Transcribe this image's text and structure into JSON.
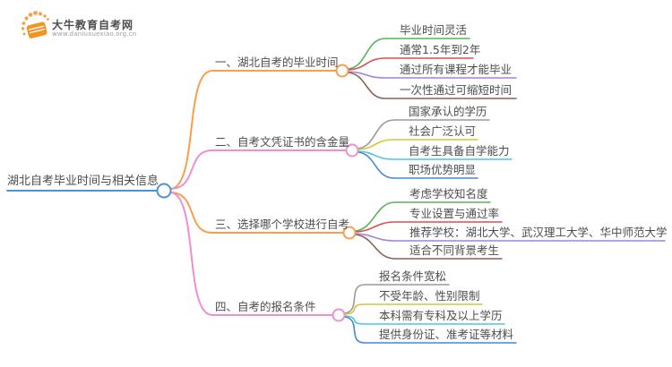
{
  "logo": {
    "site_name": "大牛教育自考网",
    "site_url": "www.daniuxuexiao.org.cn"
  },
  "palette": {
    "center_blue": "#4a96d2",
    "orange": "#f7a04c",
    "pink": "#ef8ed5",
    "green": "#57b257",
    "red": "#d95050",
    "purple": "#a184d9",
    "brown": "#8d5f55",
    "gray": "#9a9a9a",
    "olive": "#d2c832",
    "cyan": "#4cc6e0",
    "blue": "#4289d5",
    "text": "#4d4d4d",
    "muted": "#9aa0a6",
    "logo_orange": "#f29421"
  },
  "mindmap": {
    "root": {
      "label": "湖北自考毕业时间与相关信息"
    },
    "branches": [
      {
        "label": "一、湖北自考的毕业时间",
        "children": [
          {
            "label": "毕业时间灵活"
          },
          {
            "label": "通常1.5年到2年"
          },
          {
            "label": "通过所有课程才能毕业"
          },
          {
            "label": "一次性通过可缩短时间"
          }
        ]
      },
      {
        "label": "二、自考文凭证书的含金量",
        "children": [
          {
            "label": "国家承认的学历"
          },
          {
            "label": "社会广泛认可"
          },
          {
            "label": "自考生具备自学能力"
          },
          {
            "label": "职场优势明显"
          }
        ]
      },
      {
        "label": "三、选择哪个学校进行自考",
        "children": [
          {
            "label": "考虑学校知名度"
          },
          {
            "label": "专业设置与通过率"
          },
          {
            "label": "推荐学校：湖北大学、武汉理工大学、华中师范大学"
          },
          {
            "label": "适合不同背景考生"
          }
        ]
      },
      {
        "label": "四、自考的报名条件",
        "children": [
          {
            "label": "报名条件宽松"
          },
          {
            "label": "不受年龄、性别限制"
          },
          {
            "label": "本科需有专科及以上学历"
          },
          {
            "label": "提供身份证、准考证等材料"
          }
        ]
      }
    ]
  }
}
